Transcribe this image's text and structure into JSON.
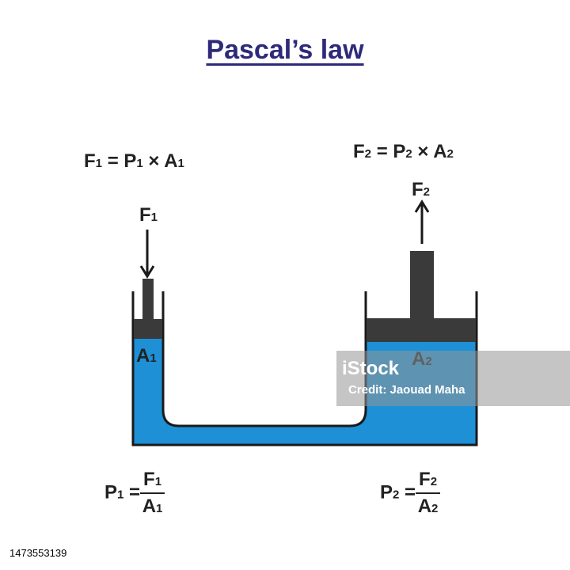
{
  "title": "Pascal’s law",
  "left": {
    "equation": {
      "F": "F",
      "F_sub": "1",
      "eq": "=",
      "P": "P",
      "P_sub": "1",
      "times": "×",
      "A": "A",
      "A_sub": "1"
    },
    "force_label": {
      "letter": "F",
      "sub": "1"
    },
    "area_label": {
      "letter": "A",
      "sub": "1"
    },
    "pressure": {
      "P": "P",
      "P_sub": "1",
      "eq": "=",
      "num": "F",
      "num_sub": "1",
      "den": "A",
      "den_sub": "1"
    }
  },
  "right": {
    "equation": {
      "F": "F",
      "F_sub": "2",
      "eq": "=",
      "P": "P",
      "P_sub": "2",
      "times": "×",
      "A": "A",
      "A_sub": "2"
    },
    "force_label": {
      "letter": "F",
      "sub": "2"
    },
    "area_label": {
      "letter": "A",
      "sub": "2"
    },
    "pressure": {
      "P": "P",
      "P_sub": "2",
      "eq": "=",
      "num": "F",
      "num_sub": "2",
      "den": "A",
      "den_sub": "2"
    }
  },
  "watermark": {
    "logo": "iStock",
    "credit": "Credit: Jaouad Maha"
  },
  "stock_id": "1473553139",
  "colors": {
    "title": "#2e2a7a",
    "fluid": "#1e90d6",
    "piston": "#3a3a3a",
    "wall": "#1a1a1a"
  }
}
